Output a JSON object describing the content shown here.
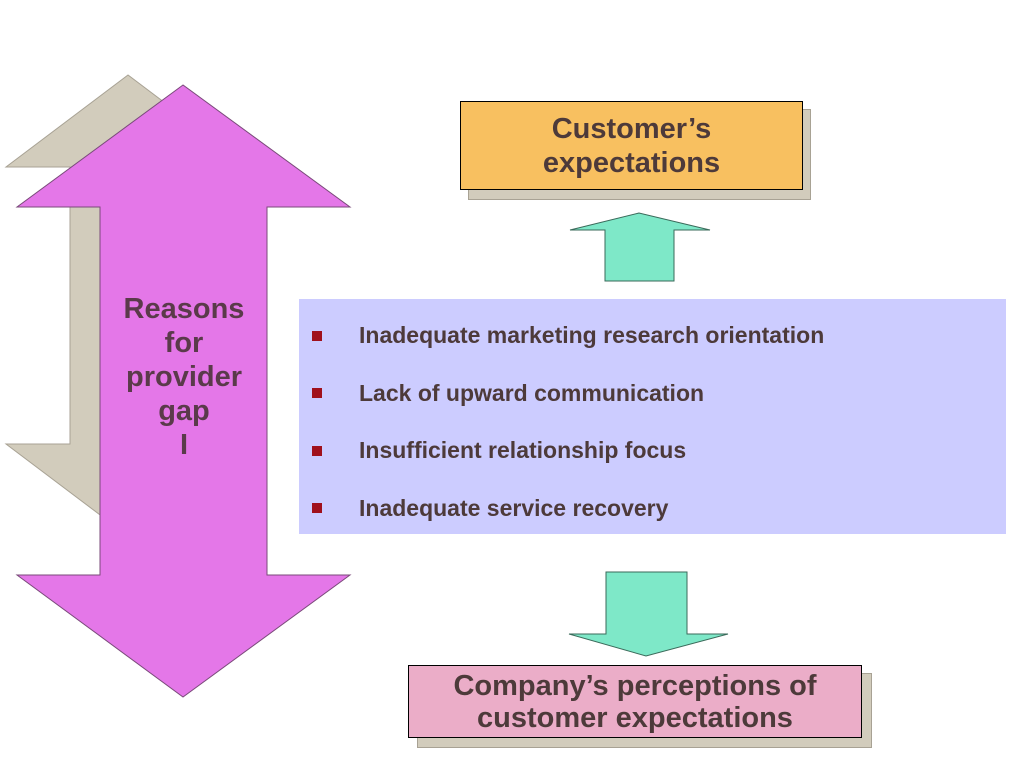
{
  "colors": {
    "big_arrow_fill": "#e477e8",
    "big_arrow_shadow": "#d2ccbc",
    "small_arrow_fill": "#7ee8c8",
    "top_box_fill": "#f8c060",
    "bottom_box_fill": "#ebadc8",
    "panel_fill": "#ccccff",
    "bullet_color": "#a0101c",
    "text_color": "#4d3a3a"
  },
  "gap_label": [
    "Reasons",
    "for",
    "provider",
    "gap",
    "I"
  ],
  "top_box": {
    "lines": [
      "Customer’s",
      "expectations"
    ]
  },
  "bottom_box": {
    "lines": [
      "Company’s perceptions of",
      "customer expectations"
    ]
  },
  "reasons": [
    "Inadequate marketing research orientation",
    "Lack of upward communication",
    "Insufficient relationship focus",
    "Inadequate service recovery"
  ]
}
